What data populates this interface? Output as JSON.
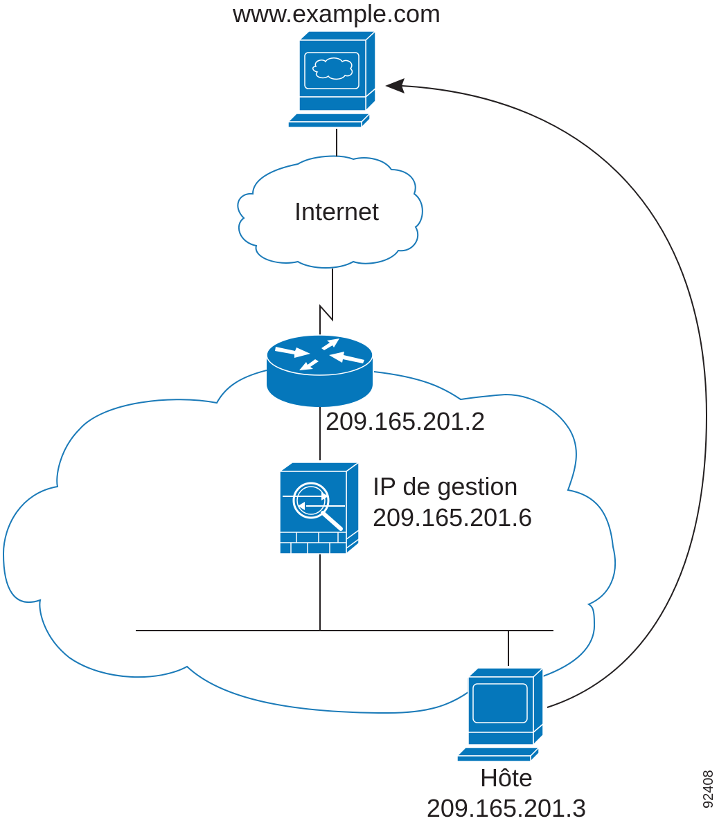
{
  "colors": {
    "device_blue": "#0577bb",
    "cloud_outline": "#1a7ab8",
    "line": "#231f20",
    "device_highlight": "#ffffff"
  },
  "nodes": {
    "web_server": {
      "label": "www.example.com",
      "icon": "web-server-icon"
    },
    "internet": {
      "label": "Internet",
      "icon": "cloud-icon"
    },
    "router": {
      "label": "209.165.201.2",
      "icon": "router-icon"
    },
    "firewall": {
      "label_line1": "IP de gestion",
      "label_line2": "209.165.201.6",
      "icon": "security-appliance-icon"
    },
    "host": {
      "label_line1": "Hôte",
      "label_line2": "209.165.201.3",
      "icon": "workstation-icon"
    }
  },
  "connections": [
    {
      "from": "web_server",
      "to": "internet",
      "type": "ethernet"
    },
    {
      "from": "internet",
      "to": "router",
      "type": "serial"
    },
    {
      "from": "router",
      "to": "firewall",
      "type": "ethernet"
    },
    {
      "from": "firewall",
      "to": "lan_segment",
      "type": "ethernet"
    },
    {
      "from": "lan_segment",
      "to": "host",
      "type": "ethernet"
    },
    {
      "from": "host",
      "to": "web_server",
      "type": "traffic-flow-arrow"
    }
  ],
  "figure_id": "92408"
}
